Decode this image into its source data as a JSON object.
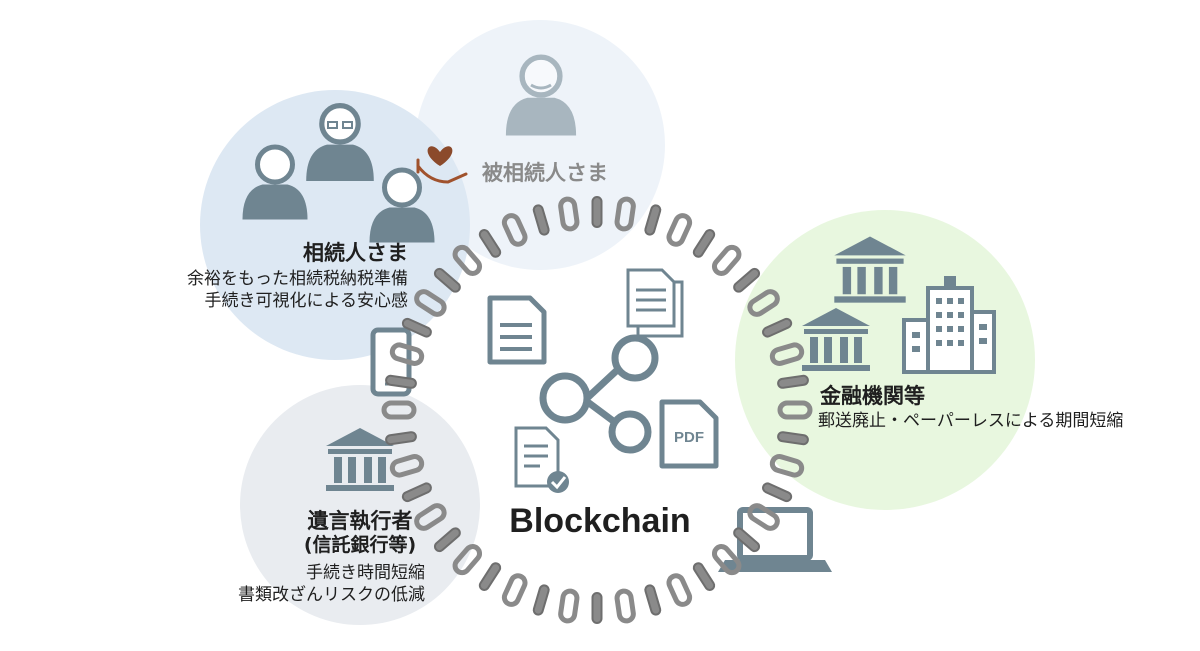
{
  "nodes": {
    "heirs": {
      "title": "相続人さま",
      "lines": [
        "余裕をもった相続税納税準備",
        "手続き可視化による安心感"
      ]
    },
    "decedent": {
      "title": "被相続人さま"
    },
    "financial": {
      "title": "金融機関等",
      "lines": [
        "郵送廃止・ペーパーレスによる期間短縮"
      ]
    },
    "executor": {
      "title": "遺言執行者",
      "subtitle": "(信託銀行等)",
      "lines": [
        "手続き時間短縮",
        "書類改ざんリスクの低減"
      ]
    }
  },
  "center": {
    "label": "Blockchain",
    "pdf_label": "PDF"
  },
  "colors": {
    "heirs_circle": "#dde8f3",
    "decedent_circle": "#eef3f9",
    "financial_circle": "#e8f7df",
    "executor_circle": "#e9ecf0",
    "icon": "#6f8591",
    "chain": "#8a8a8a",
    "heart": "#8b4a2b"
  },
  "icons": [
    "person-icon",
    "document-icon",
    "share-icon",
    "pdf-icon",
    "bank-icon",
    "building-icon",
    "laptop-icon",
    "smartphone-icon",
    "heart-hand-icon"
  ]
}
